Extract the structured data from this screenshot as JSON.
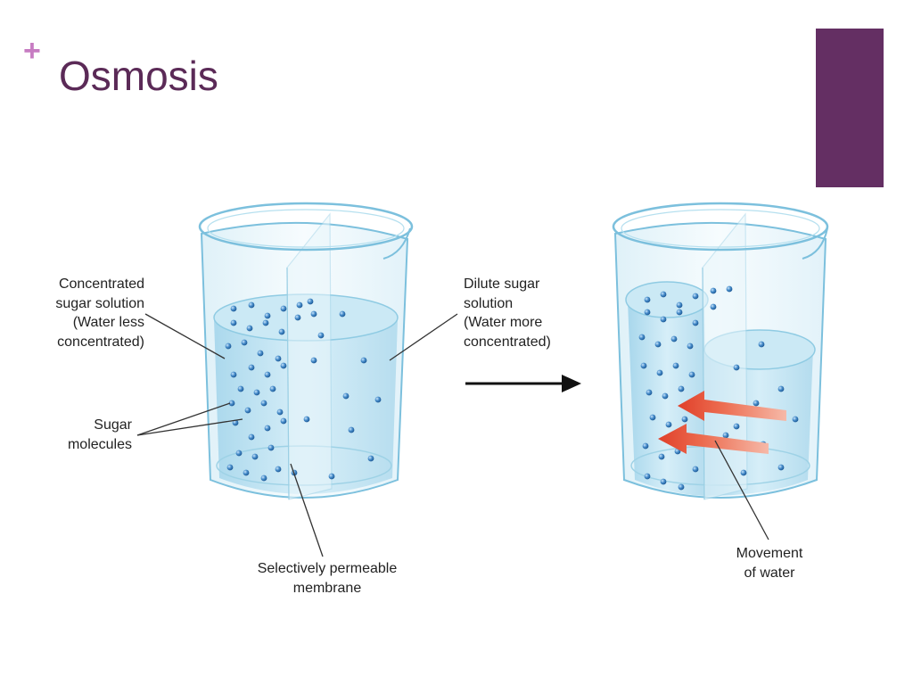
{
  "slide": {
    "plus_symbol": "+",
    "title": "Osmosis",
    "colors": {
      "plus": "#c77cc2",
      "title": "#5b2a57",
      "accent_bar": "#642f63",
      "water": "#bfe3f2",
      "molecule": "#3f86c2",
      "arrow": "#e6553b"
    }
  },
  "diagram": {
    "labels": {
      "concentrated": [
        "Concentrated",
        "sugar solution",
        "(Water less",
        "concentrated)"
      ],
      "dilute": [
        "Dilute sugar",
        "solution",
        "(Water more",
        "concentrated)"
      ],
      "sugar": [
        "Sugar",
        "molecules"
      ],
      "membrane": [
        "Selectively permeable",
        "membrane"
      ],
      "movement": [
        "Movement",
        "of water"
      ]
    }
  }
}
